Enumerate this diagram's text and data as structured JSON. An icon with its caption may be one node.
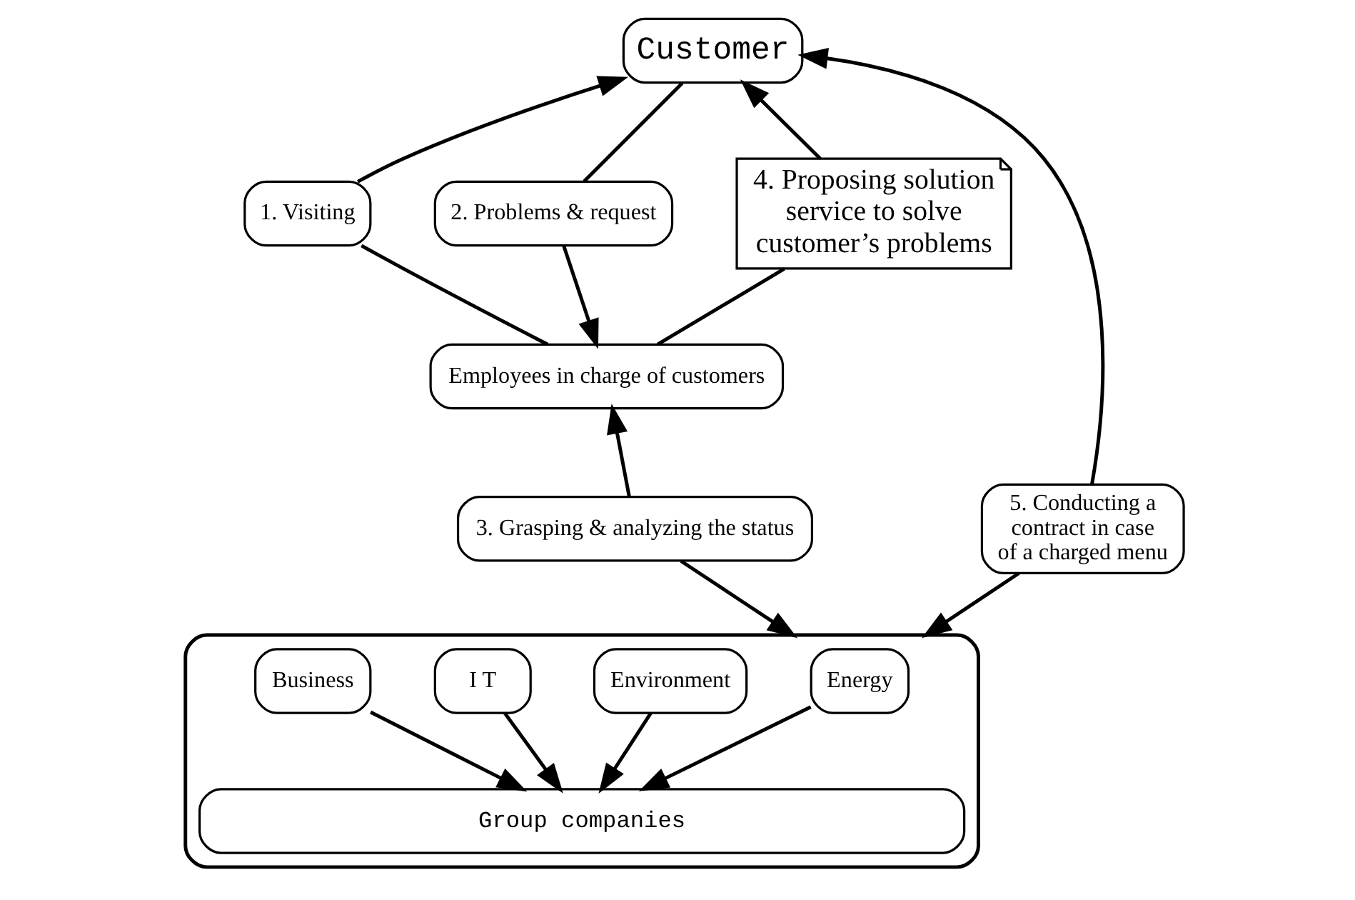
{
  "diagram": {
    "nodes": [
      {
        "text": [
          "Customer"
        ]
      },
      {
        "text": [
          "1. Visiting"
        ]
      },
      {
        "text": [
          "2. Problems & request"
        ]
      },
      {
        "text": [
          "4. Proposing solution service to solve customer’s problems"
        ]
      },
      {
        "text": [
          "Employees in charge of customers"
        ]
      },
      {
        "text": [
          "3. Grasping & analyzing the status"
        ]
      },
      {
        "text": [
          "5. Conducting a contract in case of a charged menu"
        ]
      },
      {
        "text": [],
        "shape": "box"
      },
      {
        "text": [
          "Energy"
        ],
        "in": 7
      },
      {
        "text": [
          "Environment"
        ],
        "in": 7
      },
      {
        "text": [
          "I T"
        ],
        "in": 7
      },
      {
        "text": [
          "Business"
        ],
        "in": 7
      },
      {
        "text": [
          "Group companies"
        ],
        "in": 7
      }
    ],
    "edges": [
      {
        "from": 4,
        "to": 1,
        "arrow": "none"
      },
      {
        "from": 1,
        "to": 0,
        "arrow": "to"
      },
      {
        "from": 0,
        "to": 2,
        "arrow": "none"
      },
      {
        "from": 2,
        "to": 4,
        "arrow": "to"
      },
      {
        "from": 4,
        "to": 3,
        "arrow": "none"
      },
      {
        "from": 3,
        "to": 0,
        "arrow": "to"
      },
      {
        "from": 5,
        "to": 4,
        "arrow": "to"
      },
      {
        "from": 5,
        "to": 7,
        "arrow": "to"
      },
      {
        "from": 6,
        "to": 0,
        "arrow": "to"
      },
      {
        "from": 6,
        "to": 7,
        "arrow": "to"
      },
      {
        "from": 8,
        "to": 12,
        "arrow": "to"
      },
      {
        "from": 9,
        "to": 12,
        "arrow": "to"
      },
      {
        "from": 10,
        "to": 12,
        "arrow": "to"
      },
      {
        "from": 11,
        "to": 12,
        "arrow": "to"
      }
    ]
  }
}
